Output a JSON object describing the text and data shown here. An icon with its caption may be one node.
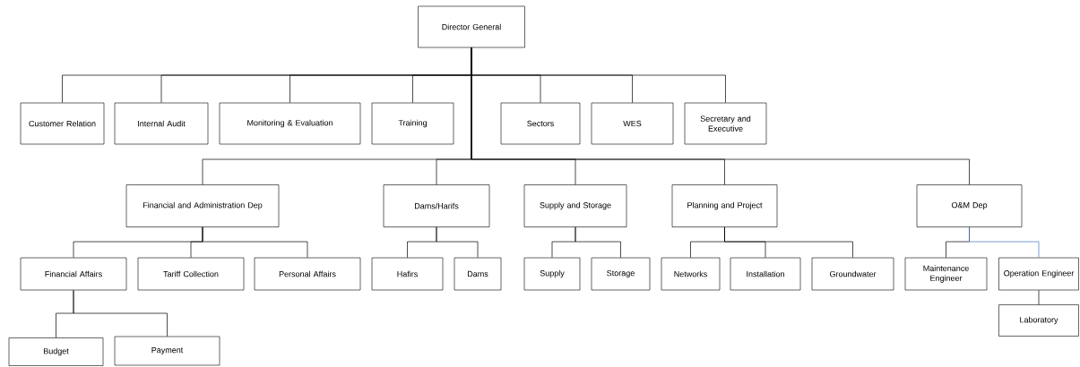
{
  "diagram": {
    "nodes": [
      {
        "text": [
          "Director General"
        ]
      },
      {
        "text": [
          "Customer Relation"
        ]
      },
      {
        "text": [
          "Internal Audit"
        ]
      },
      {
        "text": [
          "Monitoring & Evaluation"
        ]
      },
      {
        "text": [
          "Training"
        ]
      },
      {
        "text": [
          "Sectors"
        ]
      },
      {
        "text": [
          "WES"
        ]
      },
      {
        "text": [
          "Secretary and Executive"
        ]
      },
      {
        "text": [
          "Financial and Administration Dep"
        ]
      },
      {
        "text": [
          "Dams/Harifs"
        ]
      },
      {
        "text": [
          "Supply and Storage"
        ]
      },
      {
        "text": [
          "Planning and Project"
        ]
      },
      {
        "text": [
          "O&M Dep"
        ]
      },
      {
        "text": [
          "Financial Affairs"
        ]
      },
      {
        "text": [
          "Tariff Collection"
        ]
      },
      {
        "text": [
          "Personal Affairs"
        ]
      },
      {
        "text": [
          "Hafirs"
        ]
      },
      {
        "text": [
          "Dams"
        ]
      },
      {
        "text": [
          "Supply"
        ]
      },
      {
        "text": [
          "Storage"
        ]
      },
      {
        "text": [
          "Networks"
        ]
      },
      {
        "text": [
          "Installation"
        ]
      },
      {
        "text": [
          "Groundwater"
        ]
      },
      {
        "text": [
          "Maintenance Engineer"
        ]
      },
      {
        "text": [
          "Operation Engineer"
        ]
      },
      {
        "text": [
          "Laboratory"
        ]
      },
      {
        "text": [
          "Budget"
        ]
      },
      {
        "text": [
          "Payment"
        ]
      }
    ],
    "edges": [
      {
        "from": 0,
        "to": 1,
        "arrow": "none"
      },
      {
        "from": 0,
        "to": 2,
        "arrow": "none"
      },
      {
        "from": 0,
        "to": 3,
        "arrow": "none"
      },
      {
        "from": 0,
        "to": 4,
        "arrow": "none"
      },
      {
        "from": 0,
        "to": 5,
        "arrow": "none"
      },
      {
        "from": 0,
        "to": 6,
        "arrow": "none"
      },
      {
        "from": 0,
        "to": 7,
        "arrow": "none"
      },
      {
        "from": 0,
        "to": 8,
        "arrow": "none"
      },
      {
        "from": 0,
        "to": 9,
        "arrow": "none"
      },
      {
        "from": 0,
        "to": 10,
        "arrow": "none"
      },
      {
        "from": 0,
        "to": 11,
        "arrow": "none"
      },
      {
        "from": 0,
        "to": 12,
        "arrow": "none"
      },
      {
        "from": 8,
        "to": 13,
        "arrow": "none"
      },
      {
        "from": 8,
        "to": 14,
        "arrow": "none"
      },
      {
        "from": 8,
        "to": 15,
        "arrow": "none"
      },
      {
        "from": 9,
        "to": 16,
        "arrow": "none"
      },
      {
        "from": 9,
        "to": 17,
        "arrow": "none"
      },
      {
        "from": 10,
        "to": 18,
        "arrow": "none"
      },
      {
        "from": 10,
        "to": 19,
        "arrow": "none"
      },
      {
        "from": 11,
        "to": 20,
        "arrow": "none"
      },
      {
        "from": 11,
        "to": 21,
        "arrow": "none"
      },
      {
        "from": 11,
        "to": 22,
        "arrow": "none"
      },
      {
        "from": 12,
        "to": 23,
        "arrow": "none"
      },
      {
        "from": 12,
        "to": 24,
        "arrow": "none",
        "color": "#4472c4"
      },
      {
        "from": 24,
        "to": 25,
        "arrow": "none"
      },
      {
        "from": 13,
        "to": 26,
        "arrow": "none"
      },
      {
        "from": 13,
        "to": 27,
        "arrow": "none"
      }
    ]
  }
}
